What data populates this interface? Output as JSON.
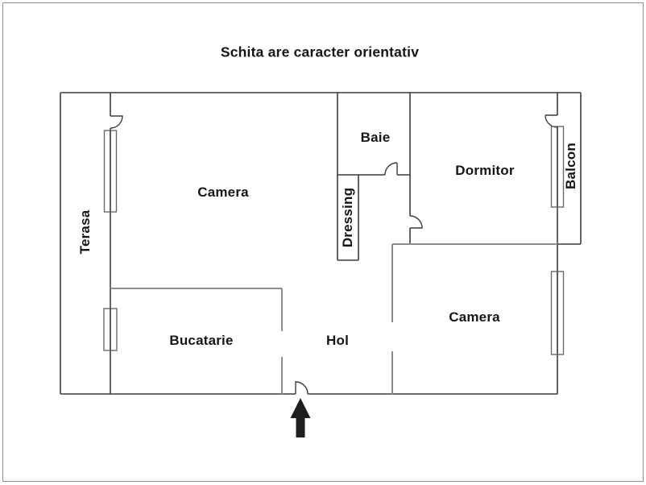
{
  "title": "Schita are caracter orientativ",
  "rooms": [
    {
      "id": "terasa",
      "label": "Terasa",
      "orientation": "vertical"
    },
    {
      "id": "camera-1",
      "label": "Camera",
      "orientation": "horizontal"
    },
    {
      "id": "baie",
      "label": "Baie",
      "orientation": "horizontal"
    },
    {
      "id": "dressing",
      "label": "Dressing",
      "orientation": "vertical"
    },
    {
      "id": "dormitor",
      "label": "Dormitor",
      "orientation": "horizontal"
    },
    {
      "id": "balcon",
      "label": "Balcon",
      "orientation": "vertical"
    },
    {
      "id": "bucatarie",
      "label": "Bucatarie",
      "orientation": "horizontal"
    },
    {
      "id": "hol",
      "label": "Hol",
      "orientation": "horizontal"
    },
    {
      "id": "camera-2",
      "label": "Camera",
      "orientation": "horizontal"
    }
  ],
  "icons": {
    "entrance_arrow": "up-arrow"
  },
  "colors": {
    "wall": "#3d3d3d",
    "wall_light": "#8c8c8c",
    "window_border": "#6a6a6a",
    "arrow": "#1e1e1e",
    "text": "#161616",
    "frame_border": "#8f8f8f",
    "background": "#ffffff"
  }
}
